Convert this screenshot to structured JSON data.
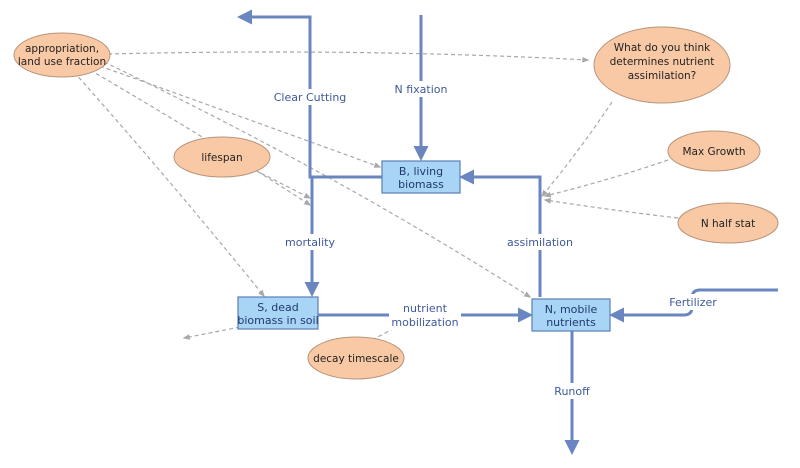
{
  "diagram": {
    "stocks": {
      "living_biomass": [
        "B, living",
        "biomass"
      ],
      "dead_biomass": [
        "S, dead",
        "biomass in soil"
      ],
      "mobile_nutrients": [
        "N, mobile",
        "nutrients"
      ]
    },
    "flows": {
      "clear_cutting": "Clear Cutting",
      "n_fixation": "N fixation",
      "mortality": "mortality",
      "assimilation": "assimilation",
      "nutrient_mobilization": [
        "nutrient",
        "mobilization"
      ],
      "fertilizer": "Fertilizer",
      "runoff": "Runoff"
    },
    "variables": {
      "appropriation": [
        "appropriation,",
        "land use fraction"
      ],
      "lifespan": "lifespan",
      "question": [
        "What do you think",
        "determines nutrient",
        "assimilation?"
      ],
      "max_growth": "Max Growth",
      "n_half_stat": "N half stat",
      "decay_timescale": "decay timescale"
    },
    "colors": {
      "flow": "#6a86c0",
      "stock_fill": "#a8d4f5",
      "stock_border": "#5b7fb8",
      "variable_fill": "#f9c9a6",
      "variable_border": "#b8957a",
      "link": "#a8a8a8",
      "label": "#3f5a9a"
    }
  }
}
